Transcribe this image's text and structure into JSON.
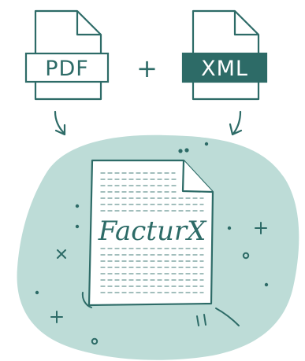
{
  "illustration": {
    "left_doc": {
      "label": "PDF"
    },
    "operator": {
      "symbol": "+"
    },
    "right_doc": {
      "label": "XML"
    },
    "result_doc": {
      "title": "FacturX"
    }
  },
  "colors": {
    "ink": "#2d6b67",
    "blob": "#bddcd7",
    "paper": "#ffffff",
    "xml_banner_fill": "#2d6b67",
    "xml_banner_text": "#ffffff"
  },
  "icons": [
    "arrow-down-icon",
    "sparkle-x-icon",
    "sparkle-plus-icon",
    "sparkle-dot-icon",
    "sparkle-circle-icon"
  ]
}
